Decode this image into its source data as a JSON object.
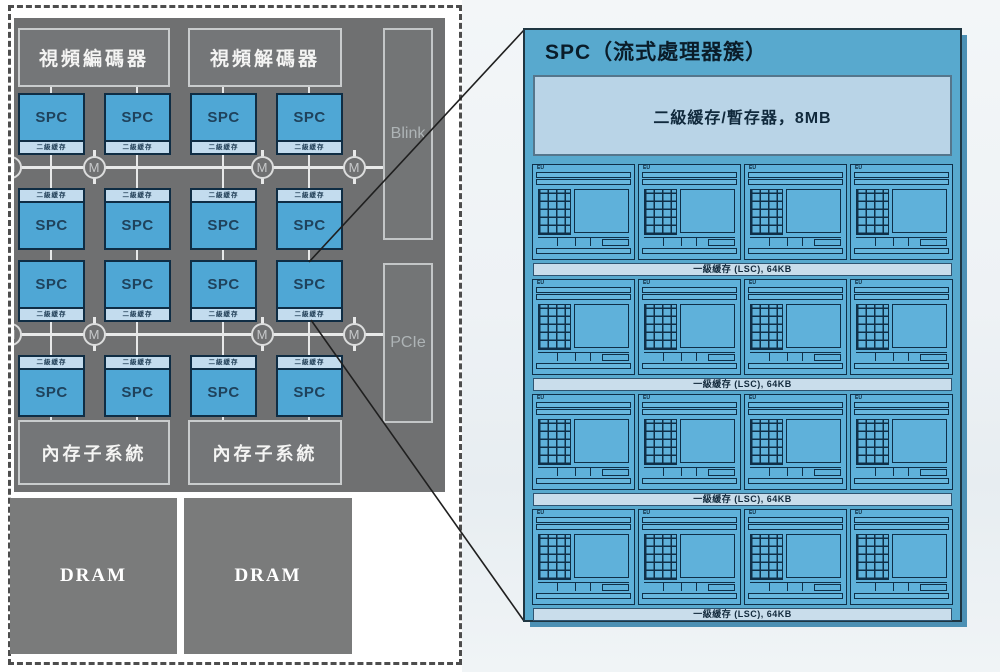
{
  "left_diagram": {
    "video_encoder_label": "視頻編碼器",
    "video_decoder_label": "視頻解碼器",
    "blink_label": "Blink",
    "pcie_label": "PCIe",
    "spc_label": "SPC",
    "l2_strip_label": "二級緩存",
    "mesh_node_label": "M",
    "memory_subsystem_label": "內存子系統",
    "dram_label": "DRAM",
    "spc_grid": {
      "rows": 4,
      "cols": 4
    }
  },
  "right_panel": {
    "title": "SPC（流式處理器簇）",
    "l2_cache_bar_label": "二級緩存/暫存器，8MB",
    "eu_unit_label": "EU",
    "l1_cache_bar_label": "一級緩存 (LSC), 64KB",
    "eu_grid": {
      "rows": 4,
      "cols": 4
    }
  },
  "colors": {
    "chip_gray": "#6f7071",
    "block_gray": "#747678",
    "spc_blue": "#4fa7d5",
    "cache_strip_blue": "#c3dcee",
    "panel_blue": "#58a9ce",
    "panel_l2_bar_blue": "#b9d4e7",
    "l1_bar_blue": "#c9ddeb",
    "connector_white": "#e8e9e9"
  }
}
